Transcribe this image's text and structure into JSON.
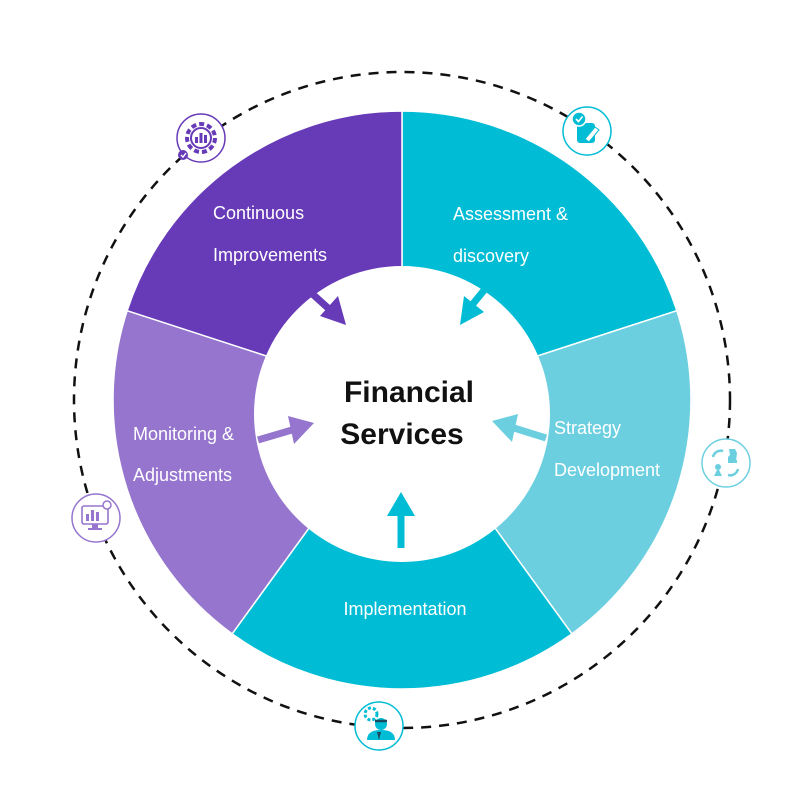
{
  "center": {
    "title_line1": "Financial",
    "title_line2": "Services"
  },
  "stages": [
    {
      "id": "assessment",
      "line1": "Assessment &",
      "line2": "discovery",
      "color": "#00BCD4",
      "arrow_color": "#00BCD4",
      "icon": "checklist-edit-icon"
    },
    {
      "id": "strategy",
      "line1": "Strategy",
      "line2": "Development",
      "color": "#6CCFE0",
      "arrow_color": "#6CCFE0",
      "icon": "chess-strategy-icon"
    },
    {
      "id": "implementation",
      "line1": "Implementation",
      "line2": "",
      "color": "#00BCD4",
      "arrow_color": "#00BCD4",
      "icon": "engineer-gear-icon"
    },
    {
      "id": "monitoring",
      "line1": "Monitoring &",
      "line2": "Adjustments",
      "color": "#9575CD",
      "arrow_color": "#9575CD",
      "icon": "monitor-analytics-icon"
    },
    {
      "id": "continuous",
      "line1": "Continuous",
      "line2": "Improvements",
      "color": "#673AB7",
      "arrow_color": "#673AB7",
      "icon": "gear-chart-icon"
    }
  ],
  "colors": {
    "ring_dash": "#111111",
    "center_fill": "#ffffff",
    "separator": "#ffffff"
  }
}
